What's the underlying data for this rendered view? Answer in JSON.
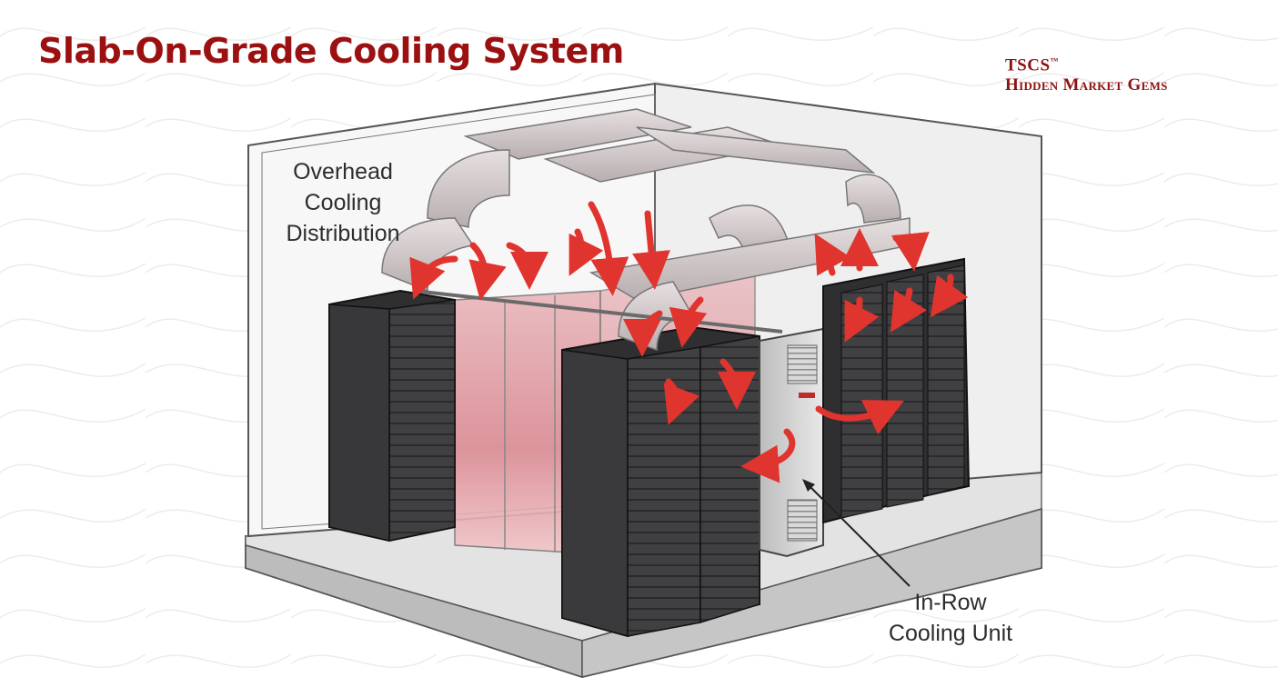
{
  "header": {
    "title": "Slab-On-Grade Cooling System"
  },
  "brand": {
    "name": "TSCS",
    "trademark": "™",
    "tagline": "Hidden Market Gems"
  },
  "labels": {
    "overhead_line1": "Overhead",
    "overhead_line2": "Cooling",
    "overhead_line3": "Distribution",
    "inrow_line1": "In-Row",
    "inrow_line2": "Cooling Unit"
  },
  "colors": {
    "title": "#9b1111",
    "arrow": "#e0342e",
    "rack": "#3a3a3c",
    "duct": "#c9c2c3",
    "floor": "#cfcfcf",
    "wall": "#f6f6f6"
  },
  "icons": [
    "airflow-arrow-icon",
    "server-rack-icon",
    "cooling-unit-icon",
    "duct-icon"
  ]
}
